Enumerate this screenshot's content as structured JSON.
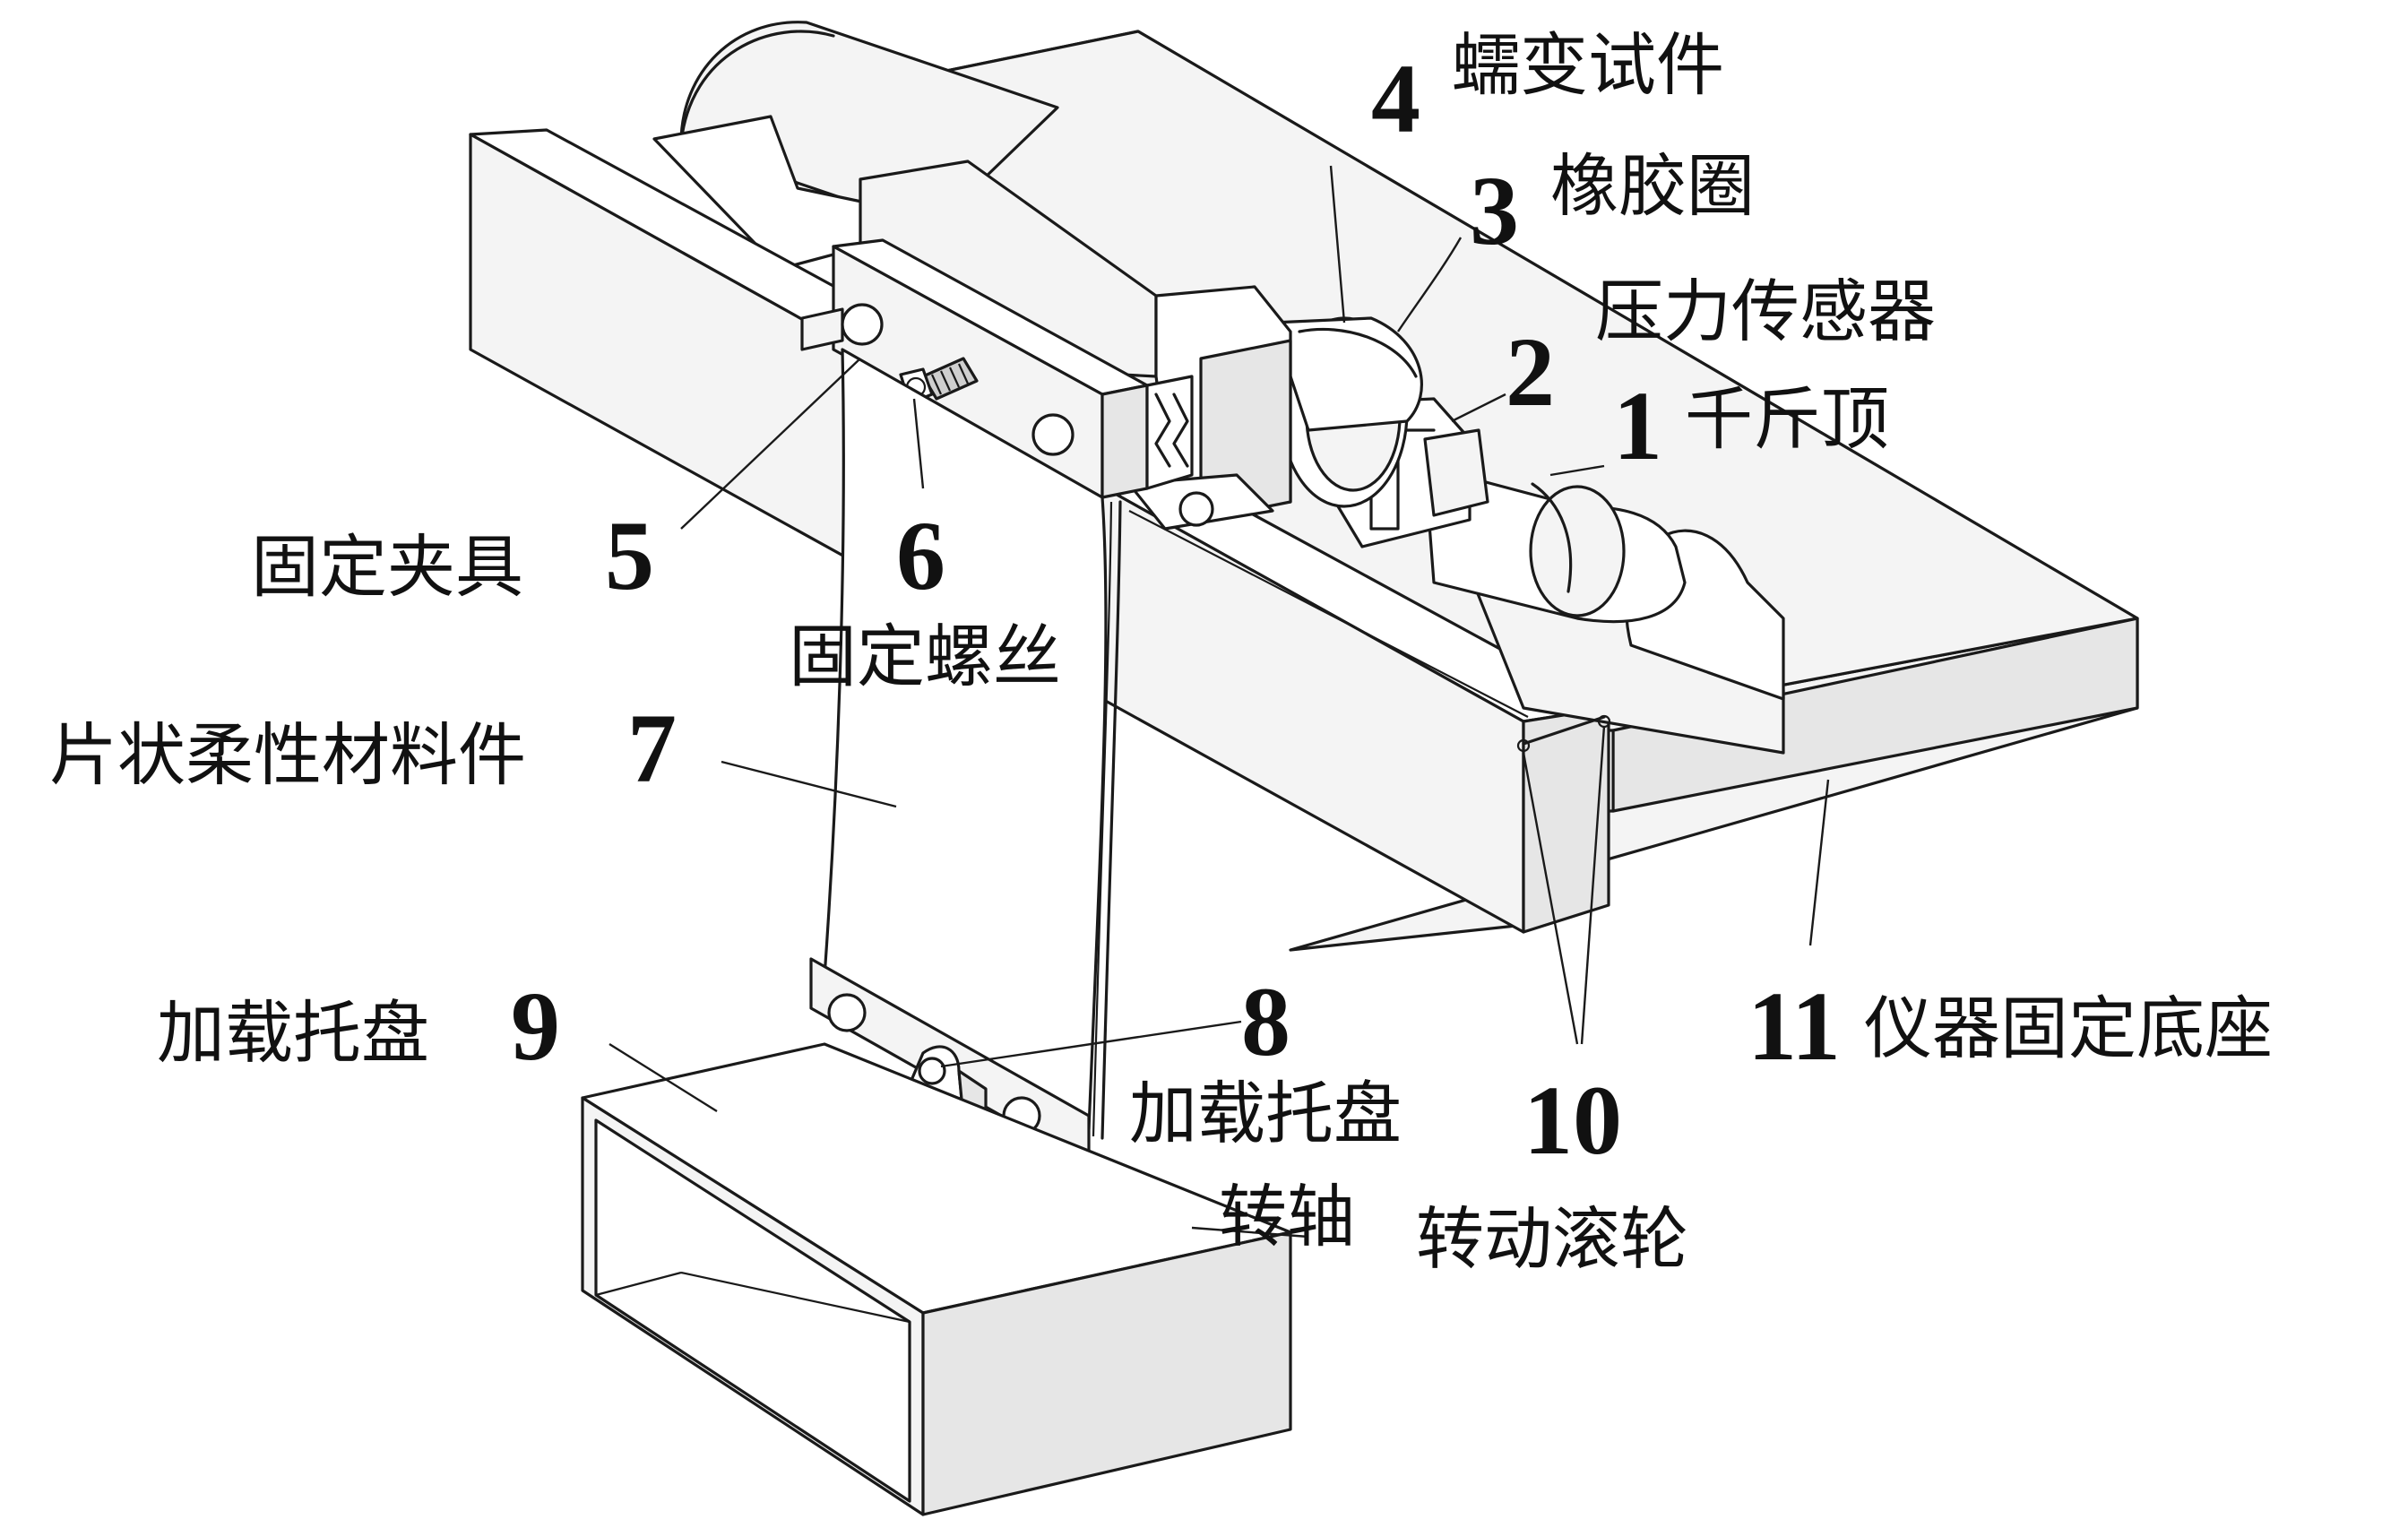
{
  "labels": {
    "n1": "1",
    "t1": "千斤顶",
    "n2": "2",
    "t2": "压力传感器",
    "n3": "3",
    "t3": "橡胶圈",
    "n4": "4",
    "t4": "蠕变试件",
    "n5": "5",
    "t5": "固定夹具",
    "n6": "6",
    "t6": "固定螺丝",
    "n7": "7",
    "t7": "片状柔性材料件",
    "n8": "8",
    "t8a": "加载托盘",
    "t8b": "转轴",
    "n9": "9",
    "t9": "加载托盘",
    "n10": "10",
    "t10": "转动滚轮",
    "n11": "11",
    "t11": "仪器固定底座"
  }
}
